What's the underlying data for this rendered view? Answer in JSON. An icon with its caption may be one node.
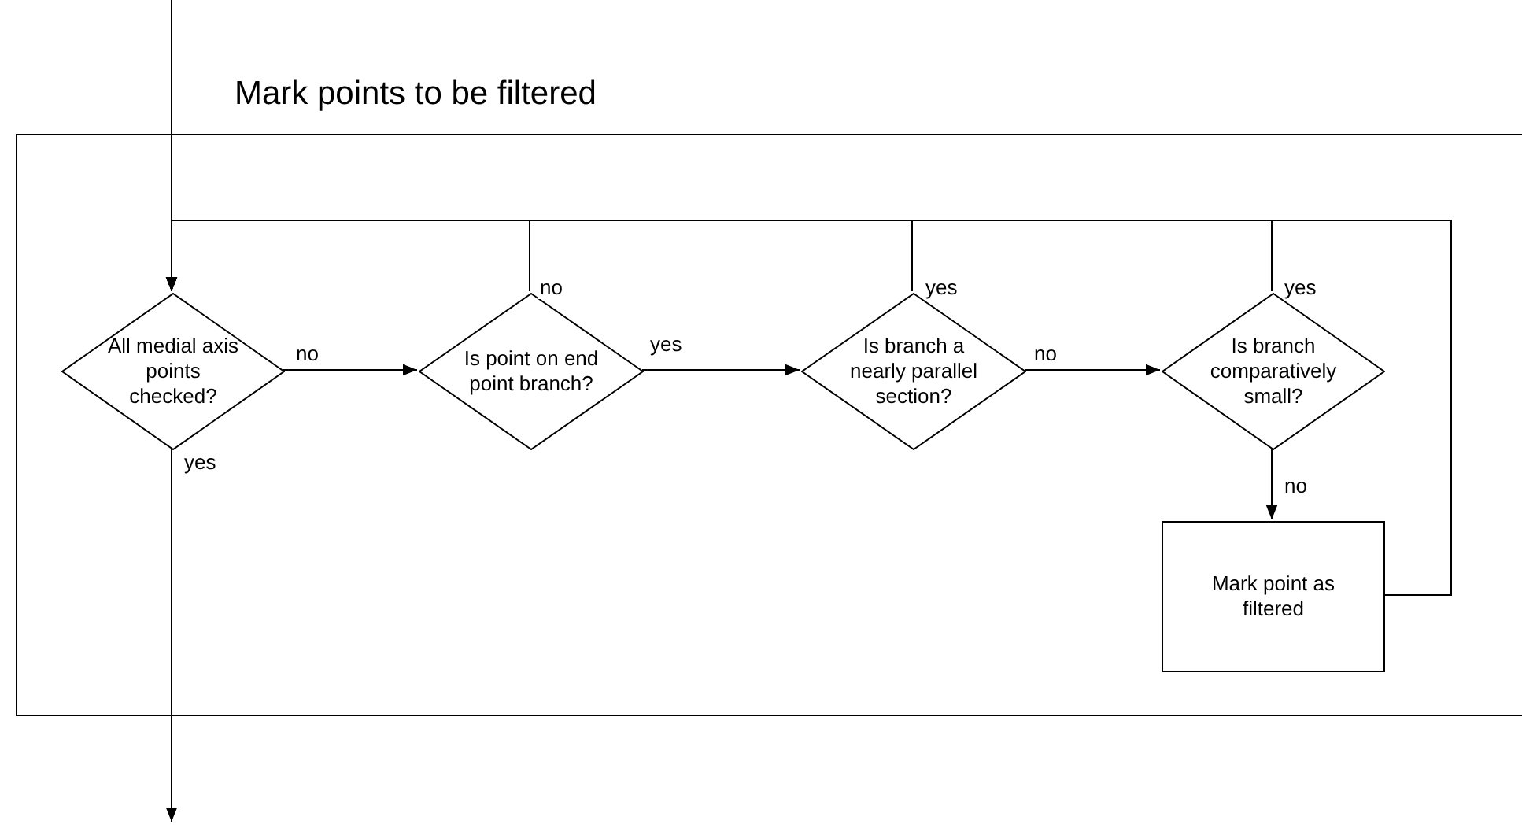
{
  "diagram": {
    "nodes": [
      {
        "text": [
          "Mark points to be filtered"
        ]
      },
      {
        "text": [
          "All medial axis points checked?"
        ],
        "in": 0
      },
      {
        "text": [
          "Is point on end point branch?"
        ],
        "in": 0
      },
      {
        "text": [
          "Is branch a nearly parallel section?"
        ],
        "in": 0
      },
      {
        "text": [
          "Is branch comparatively small?"
        ],
        "in": 0
      },
      {
        "text": [
          "Mark point as filtered"
        ],
        "in": 0
      }
    ],
    "edges": [
      {
        "from": null,
        "to": 1,
        "arrow": "to"
      },
      {
        "from": 1,
        "to": 2,
        "arrow": "to",
        "label": "no"
      },
      {
        "from": 2,
        "to": 3,
        "arrow": "to",
        "label": "yes"
      },
      {
        "from": 3,
        "to": 4,
        "arrow": "to",
        "label": "no"
      },
      {
        "from": 4,
        "to": 5,
        "arrow": "to",
        "label": "no"
      },
      {
        "from": 1,
        "to": null,
        "arrow": "to",
        "label": "yes"
      },
      {
        "from": 2,
        "to": 1,
        "arrow": "to",
        "label": "no"
      },
      {
        "from": 3,
        "to": 1,
        "arrow": "to",
        "label": "yes"
      },
      {
        "from": 4,
        "to": 1,
        "arrow": "to",
        "label": "yes"
      },
      {
        "from": 5,
        "to": 1,
        "arrow": "to"
      }
    ]
  }
}
